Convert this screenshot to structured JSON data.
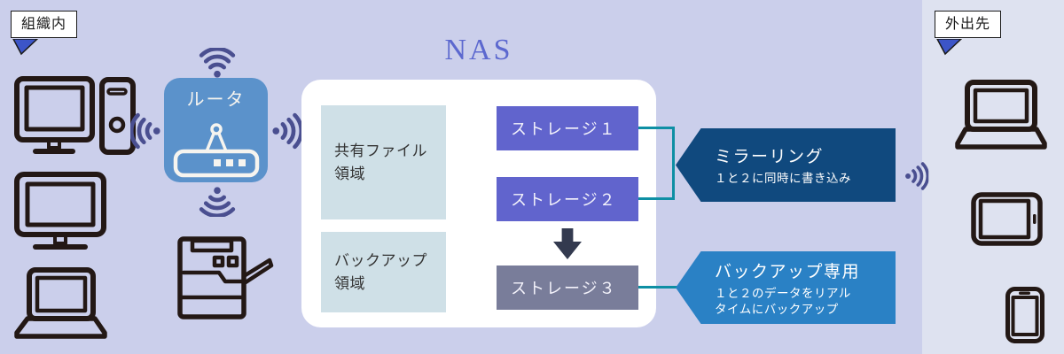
{
  "labels": {
    "organization": "組織内",
    "outside": "外出先"
  },
  "router": {
    "label": "ルータ"
  },
  "nas": {
    "title": "NAS",
    "areas": [
      {
        "name": "shared-file-area",
        "label_line1": "共有ファイル",
        "label_line2": "領域"
      },
      {
        "name": "backup-area",
        "label_line1": "バックアップ",
        "label_line2": "領域"
      }
    ],
    "storages": [
      {
        "label": "ストレージ１"
      },
      {
        "label": "ストレージ２"
      },
      {
        "label": "ストレージ３"
      }
    ]
  },
  "callouts": {
    "mirroring": {
      "title": "ミラーリング",
      "subtitle": "１と２に同時に書き込み"
    },
    "backup": {
      "title": "バックアップ専用",
      "subtitle_line1": "１と２のデータをリアル",
      "subtitle_line2": "タイムにバックアップ"
    }
  },
  "icons": {
    "left_devices": [
      "desktop-pc-icon",
      "monitor-icon",
      "laptop-icon",
      "copier-icon"
    ],
    "router_device": "router-icon",
    "wifi_signals": [
      "wifi-up",
      "wifi-left",
      "wifi-right",
      "wifi-down",
      "wifi-right-remote"
    ],
    "flow": "arrow-down-icon",
    "right_devices": [
      "laptop-icon",
      "tablet-icon",
      "smartphone-icon"
    ]
  },
  "palette": {
    "bg_left": "#cbcfeb",
    "bg_right": "#dee2f0",
    "router_blue": "#5b92cb",
    "wifi_purple": "#4a4f90",
    "nas_title": "#5c68cf",
    "panel_white": "#ffffff",
    "area_box": "#cfe0e7",
    "storage_purple": "#6164cd",
    "storage_gray": "#797d9a",
    "arrow_dark": "#333a4f",
    "mirror_navy": "#10497e",
    "backup_blue": "#2a81c5",
    "connector_teal": "#0e8fa4",
    "icon_stroke": "#231815",
    "tail_blue": "#3c55c8"
  }
}
